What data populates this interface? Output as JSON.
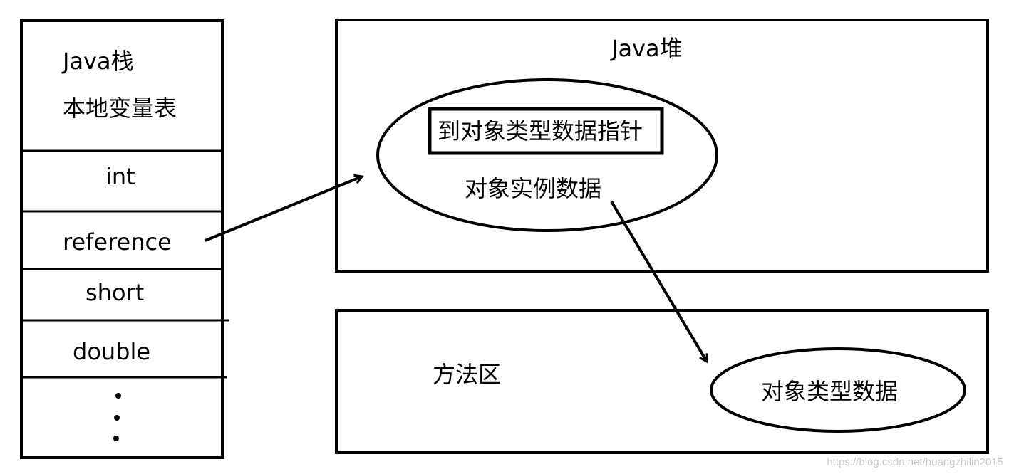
{
  "stack": {
    "title": "Java栈",
    "subtitle": "本地变量表",
    "slots": [
      "int",
      "reference",
      "short",
      "double"
    ]
  },
  "heap": {
    "title": "Java堆",
    "object": {
      "pointer_label": "到对象类型数据指针",
      "instance_label": "对象实例数据"
    }
  },
  "method_area": {
    "title": "方法区",
    "type_data_label": "对象类型数据"
  },
  "watermark": "https://blog.csdn.net/huangzhilin2015",
  "colors": {
    "stroke": "#000000",
    "background": "#ffffff",
    "watermark": "#c9c9c9"
  }
}
